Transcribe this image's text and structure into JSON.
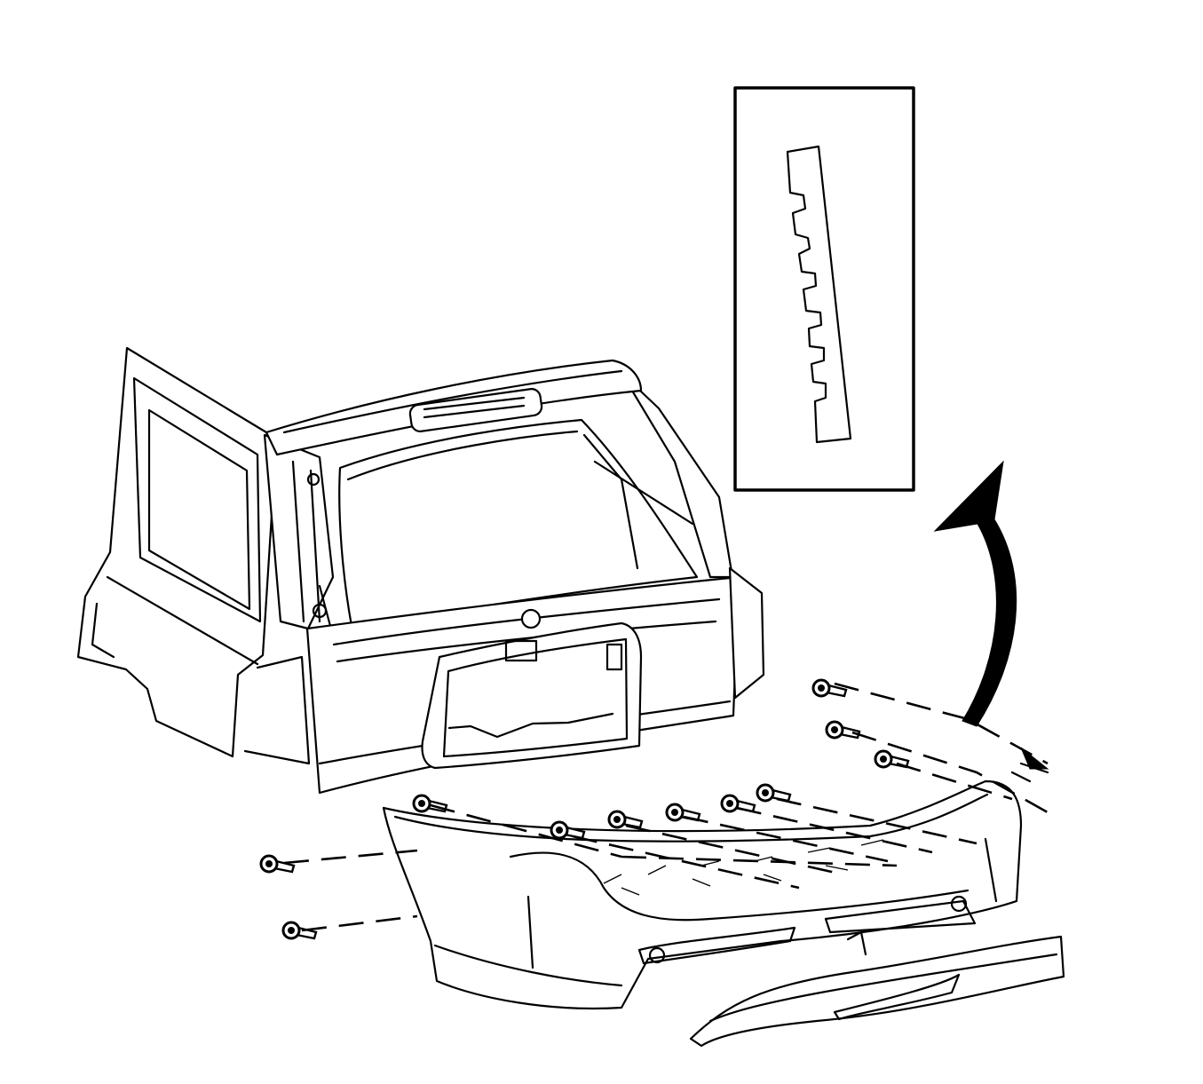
{
  "diagram": {
    "parts": [
      {
        "name": "vehicle-rear-body",
        "kind": "line-art"
      },
      {
        "name": "rear-bumper-fascia",
        "kind": "line-art"
      },
      {
        "name": "lower-valance-panel",
        "kind": "line-art"
      },
      {
        "name": "bumper-fasteners",
        "kind": "line-art",
        "count": 11
      },
      {
        "name": "clip-detail-inset",
        "kind": "line-art"
      },
      {
        "name": "detail-callout-arrow",
        "kind": "line-art"
      }
    ],
    "colors": {
      "ink": "#000000",
      "paper": "#ffffff"
    }
  }
}
